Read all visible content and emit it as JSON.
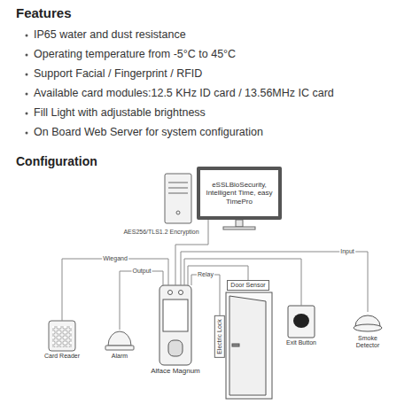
{
  "diagram": {
    "title": "Features",
    "nodes": [
      {
        "text": [
          "eSSLBioSecurity, Intelligent Time, easy TimePro"
        ]
      },
      {
        "text": [
          "Card Reader"
        ]
      },
      {
        "text": [
          "Alarm"
        ]
      },
      {
        "text": [
          "Alface Magnum"
        ]
      },
      {
        "text": [
          "Door Sensor"
        ]
      },
      {
        "text": [
          "Electric Lock"
        ]
      },
      {
        "text": [
          "Exit Button"
        ]
      },
      {
        "text": [
          "Smoke Detector"
        ]
      }
    ],
    "edges": [
      {
        "from": 0,
        "to": 3,
        "label": "AES256/TLS1.2 Encryption",
        "arrow": "none"
      },
      {
        "from": 3,
        "to": 1,
        "label": "Wiegand",
        "arrow": "none"
      },
      {
        "from": 3,
        "to": 2,
        "label": "Output",
        "arrow": "none"
      },
      {
        "from": 3,
        "to": 4,
        "arrow": "none"
      },
      {
        "from": 3,
        "to": 5,
        "label": "Relay",
        "arrow": "none"
      },
      {
        "from": 3,
        "to": 6,
        "arrow": "none"
      },
      {
        "from": 3,
        "to": 7,
        "label": "Input",
        "arrow": "none"
      }
    ],
    "labels": [
      "IP65 water and dust resistance",
      "Operating temperature from -5°C to 45°C",
      "Support Facial / Fingerprint / RFID",
      "Available card modules:12.5 KHz ID card / 13.56MHz IC card",
      "Fill Light with adjustable brightness",
      "On Board Web Server for system configuration",
      "Configuration"
    ]
  }
}
